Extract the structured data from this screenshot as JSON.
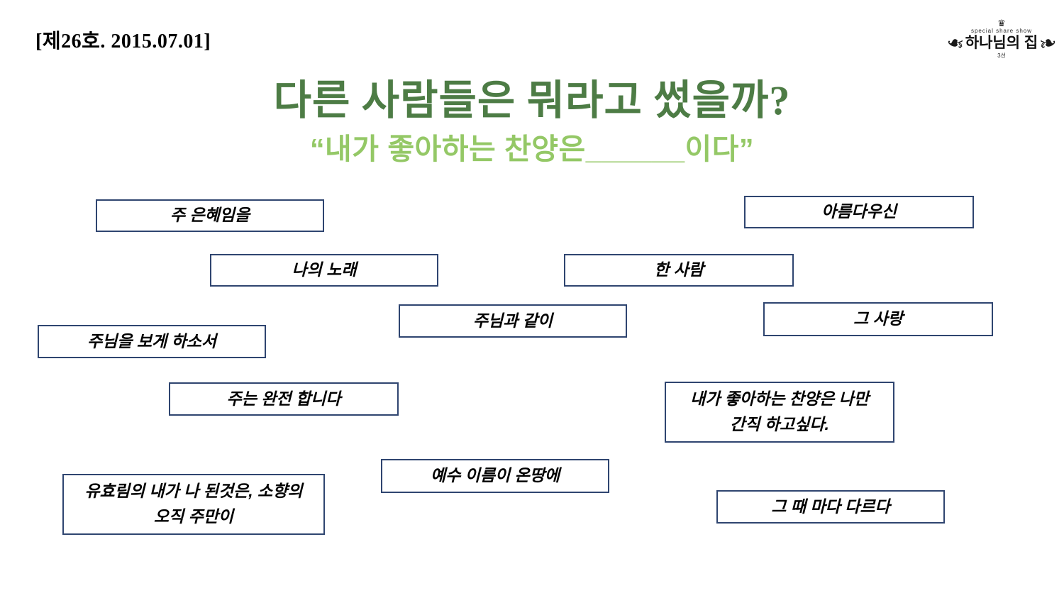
{
  "header": {
    "issue_label": "[제26호. 2015.07.01]"
  },
  "title": {
    "text": "다른 사람들은 뭐라고 썼을까?",
    "color": "#4d7c45"
  },
  "subtitle": {
    "text": "“내가 좋아하는 찬양은______이다”",
    "color": "#94c866"
  },
  "logo": {
    "top_text": "special share show",
    "main_text": "하나님의 집",
    "bottom_text": "3선",
    "icons": {
      "crown": "♛",
      "laurel_left": "❧",
      "laurel_right": "❧"
    }
  },
  "colors": {
    "box_border": "#2f4570",
    "background": "#ffffff",
    "text": "#000000"
  },
  "answers": [
    {
      "text": "주 은혜임을"
    },
    {
      "text": "아름다우신"
    },
    {
      "text": "나의 노래"
    },
    {
      "text": "한 사람"
    },
    {
      "text": "주님과 같이"
    },
    {
      "text": "그 사랑"
    },
    {
      "text": "주님을 보게 하소서"
    },
    {
      "text": "주는 완전 합니다"
    },
    {
      "text": "내가 좋아하는 찬양은 나만\n간직 하고싶다."
    },
    {
      "text": "예수 이름이 온땅에"
    },
    {
      "text": "유효림의 내가 나 된것은, 소향의\n오직 주만이"
    },
    {
      "text": "그 때 마다 다르다"
    }
  ]
}
